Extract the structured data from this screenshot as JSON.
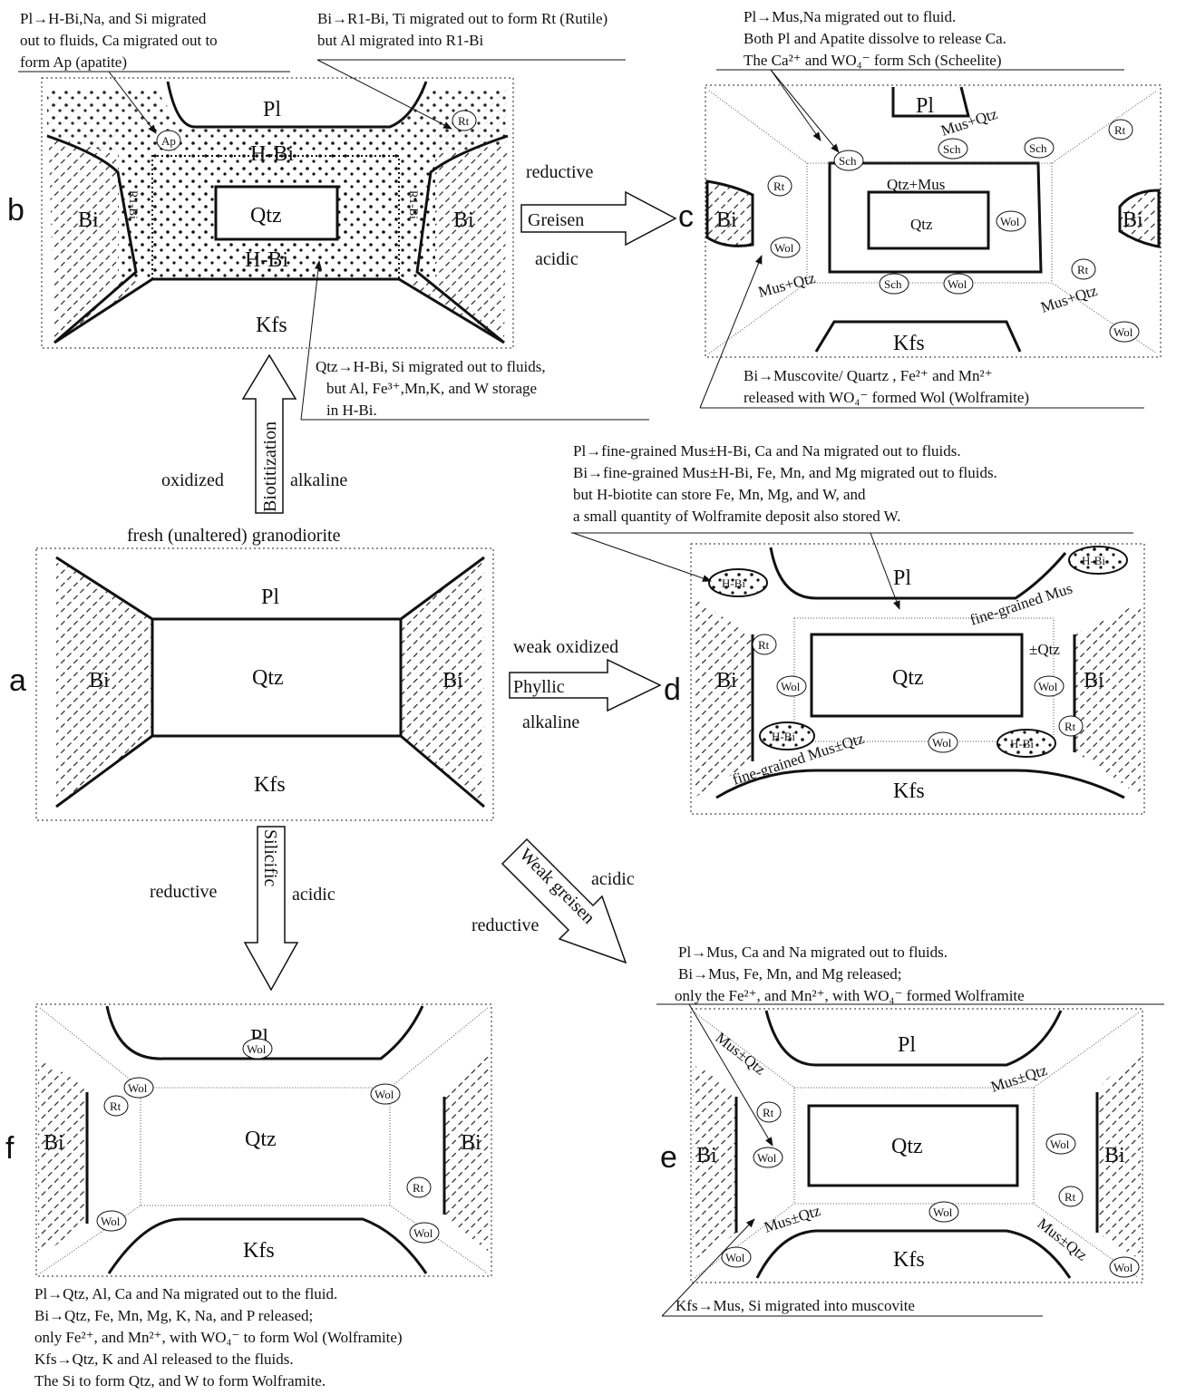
{
  "panels": {
    "a": {
      "letter": "a",
      "title": "fresh (unaltered) granodiorite",
      "pl": "Pl",
      "qtz": "Qtz",
      "kfs": "Kfs",
      "bi_left": "Bi",
      "bi_right": "Bi"
    },
    "b": {
      "letter": "b",
      "pl": "Pl",
      "qtz": "Qtz",
      "kfs": "Kfs",
      "bi_left": "Bi",
      "bi_right": "Bi",
      "hbi_top": "H-Bi",
      "hbi_bottom": "H-Bi",
      "r1bi_left": "R1-Bi",
      "r1bi_right": "R1-Bi",
      "ap": "Ap",
      "rt": "Rt",
      "note_pl": [
        "Pl→H-Bi,Na, and Si migrated",
        "out to fluids, Ca migrated out to",
        "form Ap (apatite)"
      ],
      "note_bi": [
        "Bi→R1-Bi, Ti migrated out to form Rt (Rutile)",
        "but Al migrated into R1-Bi"
      ],
      "note_qtz": [
        "Qtz→H-Bi, Si migrated out to fluids,",
        "but Al, Fe³⁺,Mn,K, and W storage",
        "in H-Bi."
      ]
    },
    "c": {
      "letter": "c",
      "pl": "Pl",
      "qtz": "Qtz",
      "kfs": "Kfs",
      "bi_left": "Bi",
      "bi_right": "Bi",
      "qtz_mus": "Qtz+Mus",
      "mus_qtz": "Mus+Qtz",
      "sch": "Sch",
      "wol": "Wol",
      "rt": "Rt",
      "note_top": [
        "Pl→Mus,Na migrated out to fluid.",
        "Both Pl and Apatite dissolve to release Ca.",
        "The Ca²⁺ and WO₄⁻ form Sch (Scheelite)"
      ],
      "note_bottom": [
        "Bi→Muscovite/ Quartz , Fe²⁺ and Mn²⁺",
        "released with WO₄⁻ formed Wol (Wolframite)"
      ]
    },
    "d": {
      "letter": "d",
      "pl": "Pl",
      "qtz": "Qtz",
      "kfs": "Kfs",
      "bi_left": "Bi",
      "bi_right": "Bi",
      "fine_mus_top": "fine-grained Mus",
      "pm_qtz": "±Qtz",
      "fine_mus_bottom": "fine-grained Mus±Qtz",
      "hbi": "H-Bi",
      "wol": "Wol",
      "rt": "Rt",
      "note": [
        "Pl→fine-grained Mus±H-Bi, Ca and Na migrated out to fluids.",
        "Bi→fine-grained Mus±H-Bi, Fe, Mn, and Mg migrated out to fluids.",
        "but H-biotite can store Fe, Mn, Mg, and W, and",
        "a small quantity of Wolframite deposit also stored W."
      ]
    },
    "e": {
      "letter": "e",
      "pl": "Pl",
      "qtz": "Qtz",
      "kfs": "Kfs",
      "bi_left": "Bi",
      "bi_right": "Bi",
      "mus_qtz": "Mus±Qtz",
      "wol": "Wol",
      "rt": "Rt",
      "note_top": [
        "Pl→Mus, Ca and Na migrated out to fluids.",
        "Bi→Mus, Fe, Mn, and Mg released;",
        " only the Fe²⁺, and Mn²⁺, with WO₄⁻ formed Wolframite"
      ],
      "note_bottom": [
        "Kfs→Mus, Si migrated into muscovite"
      ]
    },
    "f": {
      "letter": "f",
      "pl": "Pl",
      "qtz": "Qtz",
      "kfs": "Kfs",
      "bi_left": "Bi",
      "bi_right": "Bi",
      "wol": "Wol",
      "rt": "Rt",
      "note": [
        "Pl→Qtz, Al, Ca and Na migrated out to the fluid.",
        "Bi→Qtz, Fe, Mn, Mg, K, Na, and P released;",
        " only Fe²⁺, and Mn²⁺, with WO₄⁻ to form Wol (Wolframite)",
        "Kfs→Qtz, K and Al released to the fluids.",
        "The Si to form Qtz, and W to form Wolframite."
      ]
    }
  },
  "arrows": {
    "biotitization": {
      "label": "Biotitization",
      "left": "oxidized",
      "right": "alkaline"
    },
    "greisen": {
      "label": "Greisen",
      "top": "reductive",
      "bottom": "acidic"
    },
    "phyllic": {
      "label": "Phyllic",
      "top": "weak oxidized",
      "bottom": "alkaline"
    },
    "silicific": {
      "label": "Silicific",
      "left": "reductive",
      "right": "acidic"
    },
    "weak_greisen": {
      "label": "Weak greisen",
      "top": "acidic",
      "left": "reductive"
    }
  }
}
